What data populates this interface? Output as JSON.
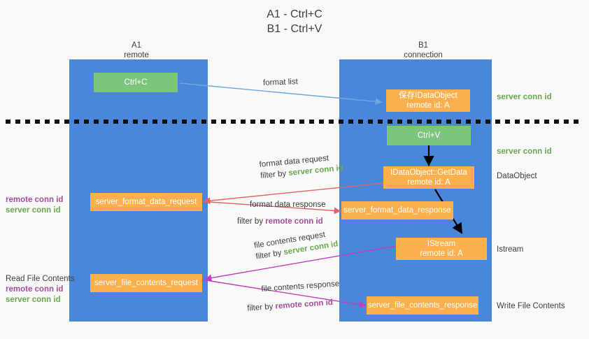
{
  "title": {
    "line1": "A1 - Ctrl+C",
    "line2": "B1 - Ctrl+V"
  },
  "colors": {
    "lane": "#4a86d9",
    "green_box": "#7dc57f",
    "orange_box": "#fbb04d",
    "background": "#f9f9f9",
    "server_conn_id": "#6aa84f",
    "remote_conn_id": "#a64d9a",
    "arrow_format_list": "#6fa8dc",
    "arrow_format_data": "#e06666",
    "arrow_file_contents": "#c13fc1",
    "arrow_internal": "#000000",
    "divider": "#000000"
  },
  "lanes": [
    {
      "name": "a1",
      "title": "A1",
      "subtitle": "remote"
    },
    {
      "name": "b1",
      "title": "B1",
      "subtitle": "connection"
    }
  ],
  "boxes": {
    "ctrl_c": {
      "line1": "Ctrl+C",
      "line2": ""
    },
    "save_idataobject": {
      "line1": "保存IDataObject",
      "line2": "remote id: A"
    },
    "ctrl_v": {
      "line1": "Ctrl+V",
      "line2": ""
    },
    "getdata": {
      "line1": "IDataObject::GetData",
      "line2": "remote id: A"
    },
    "istream": {
      "line1": "IStream",
      "line2": "remote id: A"
    },
    "fmt_data_request": {
      "line1": "server_format_data_request",
      "line2": ""
    },
    "fmt_data_response": {
      "line1": "server_format_data_response",
      "line2": ""
    },
    "file_req": {
      "line1": "server_file_contents_request",
      "line2": ""
    },
    "file_resp": {
      "line1": "server_file_contents_response",
      "line2": ""
    }
  },
  "right_labels": [
    {
      "name": "server-conn-id-top",
      "text": "server conn id",
      "style": "green"
    },
    {
      "name": "server-conn-id-middle",
      "text": "server conn id",
      "style": "green"
    },
    {
      "name": "dataobject",
      "text": "DataObject",
      "style": "plain"
    },
    {
      "name": "istream",
      "text": "Istream",
      "style": "plain"
    },
    {
      "name": "write-file-contents",
      "text": "Write File Contents",
      "style": "plain"
    }
  ],
  "left_labels": {
    "group_format": {
      "remote": "remote conn id",
      "server": "server conn id"
    },
    "group_file": {
      "heading": "Read File Contents",
      "remote": "remote conn id",
      "server": "server conn id"
    }
  },
  "edge_labels": {
    "format_list": {
      "text": "format list"
    },
    "format_data_request": {
      "line1": "format data request",
      "prefix": "filter by ",
      "highlight": "server conn id"
    },
    "format_data_response": {
      "line1": "format data response",
      "prefix": "filter by ",
      "highlight": "remote conn id"
    },
    "file_contents_request": {
      "line1": "file contents request",
      "prefix": "filter by ",
      "highlight": "server conn id"
    },
    "file_contents_response": {
      "line1": "file contents response",
      "prefix": "filter by ",
      "highlight": "remote conn id"
    }
  }
}
